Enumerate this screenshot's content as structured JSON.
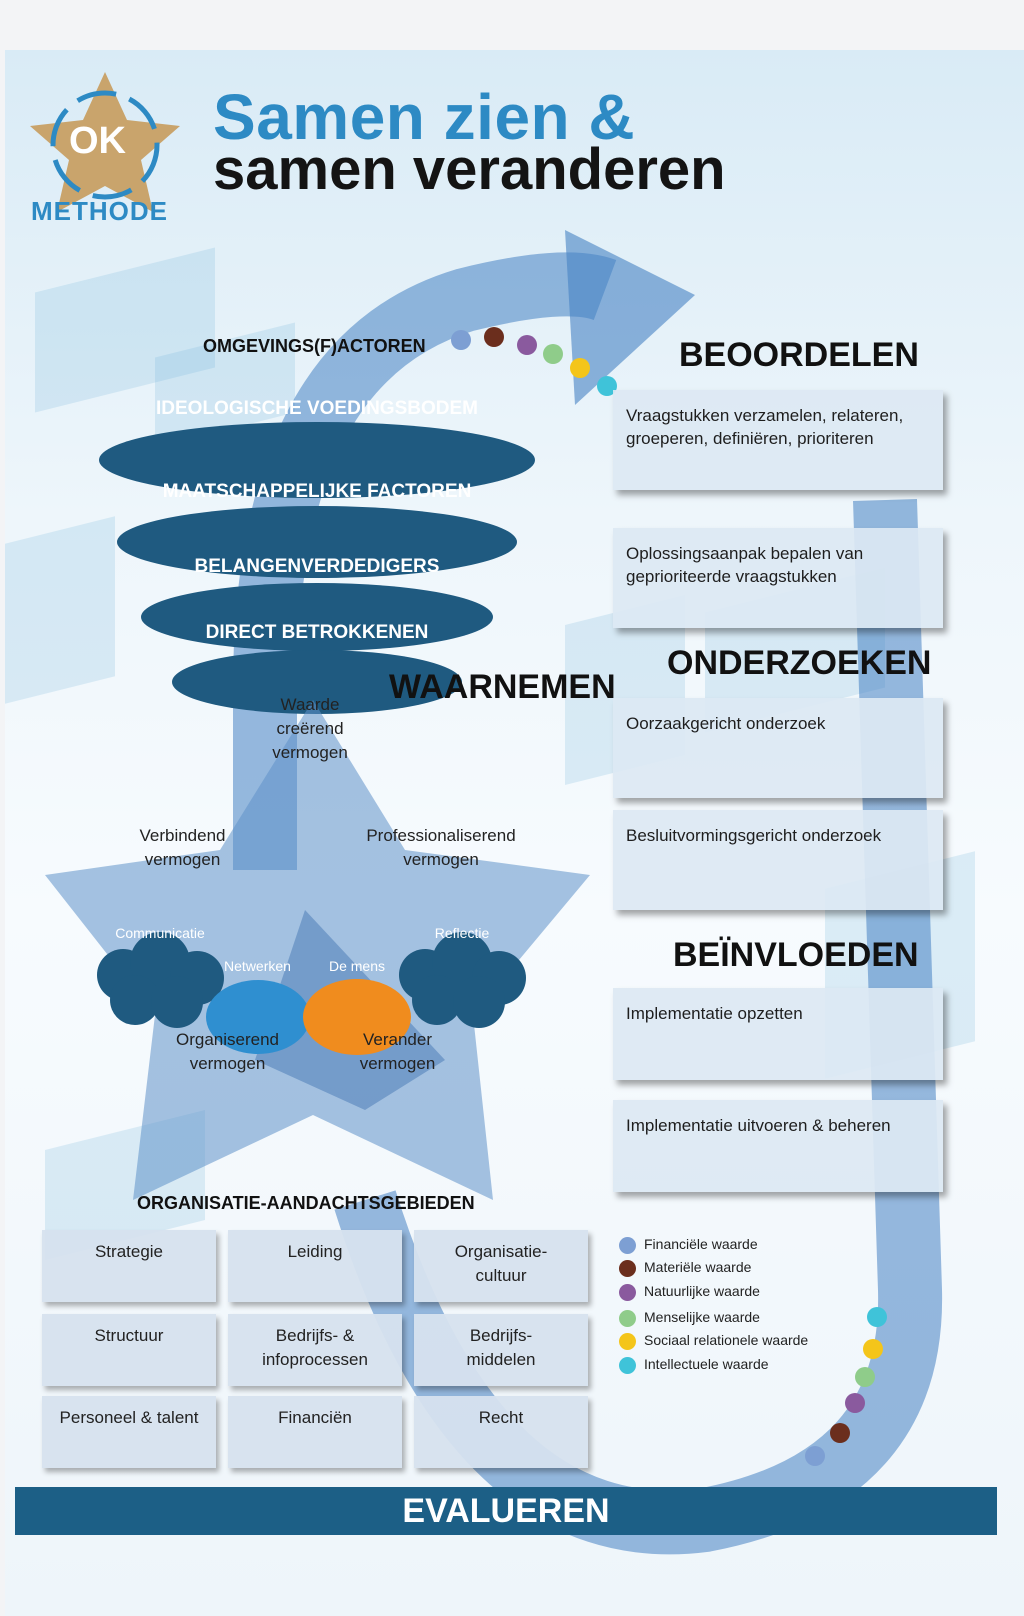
{
  "logo": {
    "badge": "OK",
    "name": "METHODE"
  },
  "title": {
    "line1": "Samen zien &",
    "line2": "samen veranderen"
  },
  "environment": {
    "heading": "OMGEVINGS(F)ACTOREN",
    "layers": [
      "IDEOLOGISCHE VOEDINGSBODEM",
      "MAATSCHAPPELIJKE FACTOREN",
      "BELANGENVERDEDIGERS",
      "DIRECT BETROKKENEN"
    ]
  },
  "observe": {
    "heading": "WAARNEMEN"
  },
  "star": {
    "top": "Waarde\ncreërend\nvermogen",
    "left": "Verbindend\nvermogen",
    "right": "Professionaliserend\nvermogen",
    "bottom_left": "Organiserend\nvermogen",
    "bottom_right": "Verander\nvermogen",
    "cloud_left": "Communicatie",
    "cloud_right": "Reflectie",
    "circle_network": "Netwerken",
    "circle_person": "De mens"
  },
  "phases": [
    {
      "heading": "BEOORDELEN",
      "steps": [
        "Vraagstukken verzamelen, relateren, groeperen, definiëren, prioriteren",
        "Oplossingsaanpak bepalen van geprioriteerde vraagstukken"
      ]
    },
    {
      "heading": "ONDERZOEKEN",
      "steps": [
        "Oorzaakgericht onderzoek",
        "Besluitvormingsgericht onderzoek"
      ]
    },
    {
      "heading": "BEÏNVLOEDEN",
      "steps": [
        "Implementatie opzetten",
        "Implementatie uitvoeren & beheren"
      ]
    }
  ],
  "organization": {
    "heading": "ORGANISATIE-AANDACHTSGEBIEDEN",
    "cells": [
      "Strategie",
      "Leiding",
      "Organisatie-\ncultuur",
      "Structuur",
      "Bedrijfs- &\ninfoprocessen",
      "Bedrijfs-\nmiddelen",
      "Personeel & talent",
      "Financiën",
      "Recht"
    ]
  },
  "legend": [
    {
      "label": "Financiële waarde",
      "color": "#7d9fd3"
    },
    {
      "label": "Materiële waarde",
      "color": "#6b2e1d"
    },
    {
      "label": "Natuurlijke waarde",
      "color": "#8a5a9e"
    },
    {
      "label": "Menselijke waarde",
      "color": "#8fcc8a"
    },
    {
      "label": "Sociaal relationele waarde",
      "color": "#f4c51a"
    },
    {
      "label": "Intellectuele waarde",
      "color": "#3fc3d9"
    }
  ],
  "footer": {
    "label": "EVALUEREN"
  },
  "colors": {
    "brand_blue": "#2d8ac4",
    "dark_blue": "#1c5f86",
    "ellipse": "#1f5a80",
    "gold": "#c9a46c",
    "orange": "#f08c1e",
    "network": "#2f8fd0"
  }
}
